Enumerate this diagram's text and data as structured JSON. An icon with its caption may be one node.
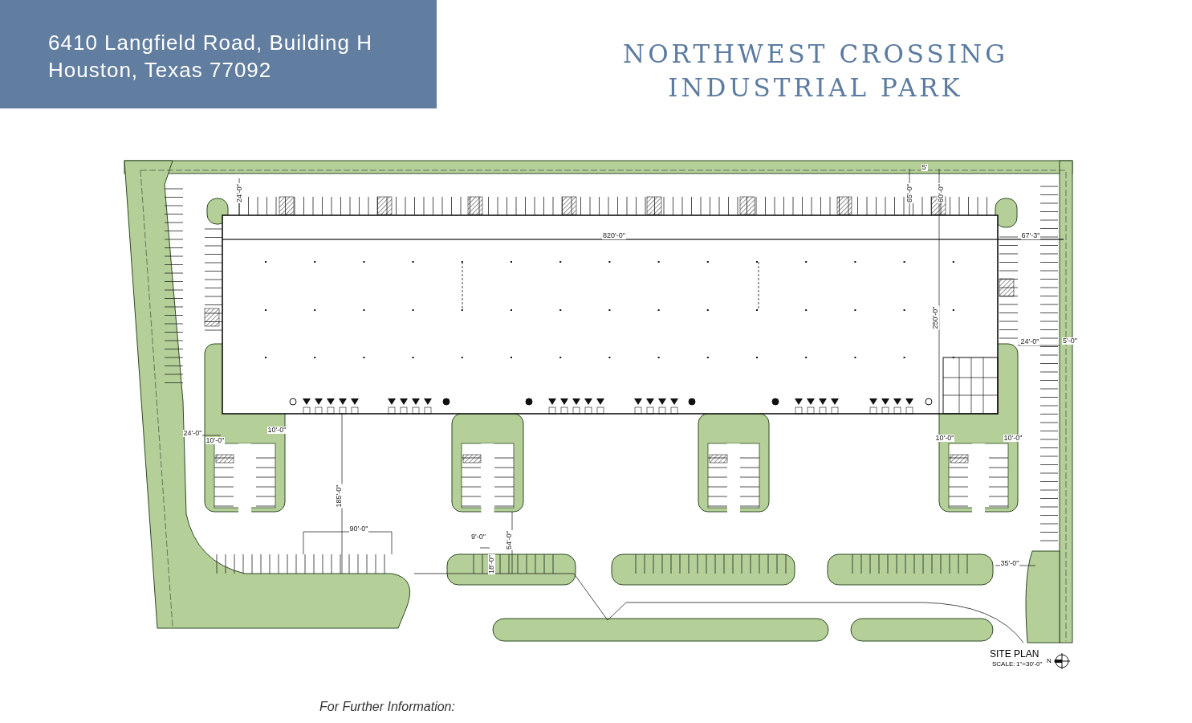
{
  "diagram": {
    "title": "NORTHWEST CROSSING INDUSTRIAL PARK",
    "labels": [
      "6410 Langfield Road, Building H",
      "Houston, Texas 77092",
      "24'-0\"",
      "65'-0\"",
      "5'",
      "60'-0\"",
      "820'-0\"",
      "67'-3\"",
      "250'-0\"",
      "24'-0\"",
      "5'-0\"",
      "24'-0\"",
      "10'-0\"",
      "10'-0\"",
      "10'-0\"",
      "10'-0\"",
      "185'-0\"",
      "90'-0\"",
      "9'-0\"",
      "18'-0\"",
      "54'-0\"",
      "35'-0\"",
      "SITE PLAN",
      "SCALE:",
      "1\"=30'-0\"",
      "N",
      "For Further Information:"
    ]
  }
}
